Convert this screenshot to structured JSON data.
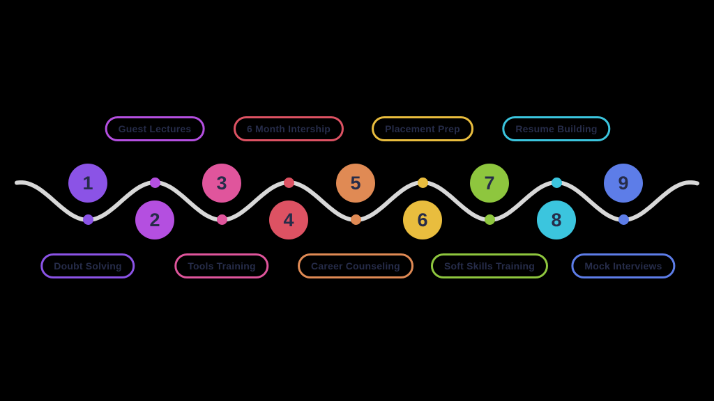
{
  "canvas": {
    "background": "#000000",
    "text_color": "#262c49"
  },
  "wave": {
    "color": "#d8d8d8",
    "stroke_width": 6
  },
  "steps": [
    {
      "number": "1",
      "label": "Doubt Solving",
      "color": "#8b53e6",
      "side": "top"
    },
    {
      "number": "2",
      "label": "Guest Lectures",
      "color": "#b44fe0",
      "side": "bottom"
    },
    {
      "number": "3",
      "label": "Tools Training",
      "color": "#e0559c",
      "side": "top"
    },
    {
      "number": "4",
      "label": "6 Month Intership",
      "color": "#dd5263",
      "side": "bottom"
    },
    {
      "number": "5",
      "label": "Career Counseling",
      "color": "#e08a54",
      "side": "top"
    },
    {
      "number": "6",
      "label": "Placement Prep",
      "color": "#e9bd3e",
      "side": "bottom"
    },
    {
      "number": "7",
      "label": "Soft Skills Training",
      "color": "#8ec63e",
      "side": "top"
    },
    {
      "number": "8",
      "label": "Resume Building",
      "color": "#3bc5de",
      "side": "bottom"
    },
    {
      "number": "9",
      "label": "Mock Interviews",
      "color": "#5d7de8",
      "side": "top"
    }
  ]
}
